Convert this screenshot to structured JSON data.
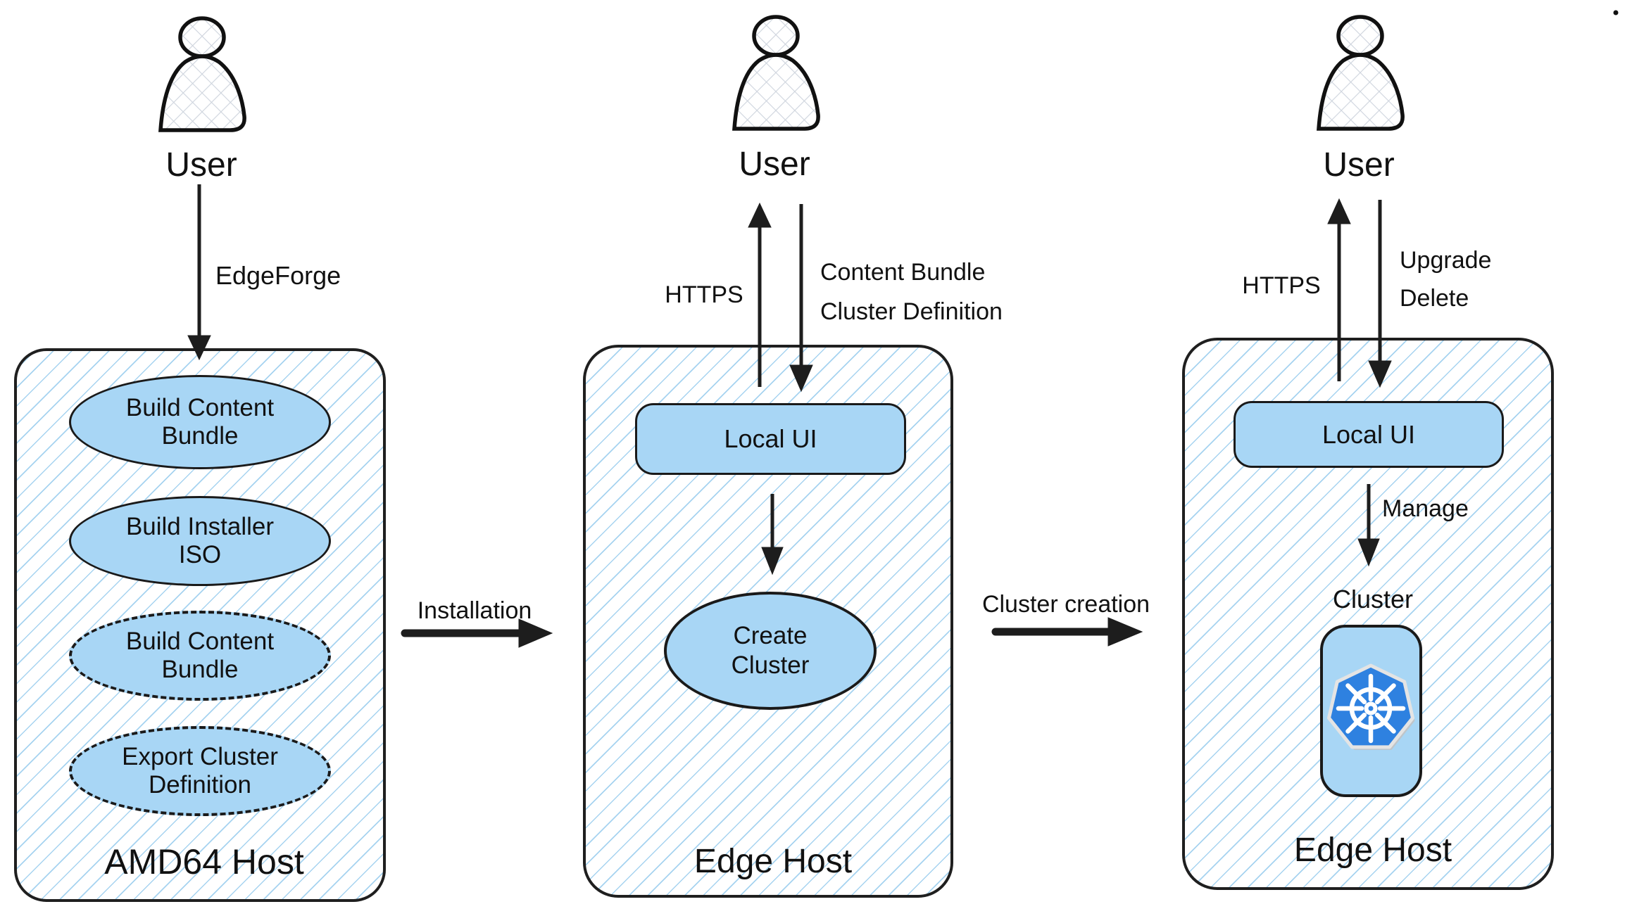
{
  "colors": {
    "node_fill": "#a8d6f5",
    "hatch_line": "#a6d3f0",
    "outline": "#1a1a1a",
    "kubernetes_blue": "#2e81e0"
  },
  "left": {
    "user_label": "User",
    "arrow_label": "EdgeForge",
    "host_label": "AMD64 Host",
    "steps": [
      {
        "line1": "Build Content",
        "line2": "Bundle"
      },
      {
        "line1": "Build Installer",
        "line2": "ISO"
      },
      {
        "line1": "Build Content",
        "line2": "Bundle"
      },
      {
        "line1": "Export Cluster",
        "line2": "Definition"
      }
    ]
  },
  "flow": {
    "installation_label": "Installation",
    "cluster_creation_label": "Cluster creation"
  },
  "middle": {
    "user_label": "User",
    "up_arrow_label": "HTTPS",
    "down_arrow_labels": [
      "Content Bundle",
      "Cluster Definition"
    ],
    "local_ui_label": "Local UI",
    "create_cluster": {
      "line1": "Create",
      "line2": "Cluster"
    },
    "host_label": "Edge Host"
  },
  "right": {
    "user_label": "User",
    "up_arrow_label": "HTTPS",
    "down_arrow_labels": [
      "Upgrade",
      "Delete"
    ],
    "local_ui_label": "Local UI",
    "manage_label": "Manage",
    "cluster_label": "Cluster",
    "host_label": "Edge Host"
  }
}
